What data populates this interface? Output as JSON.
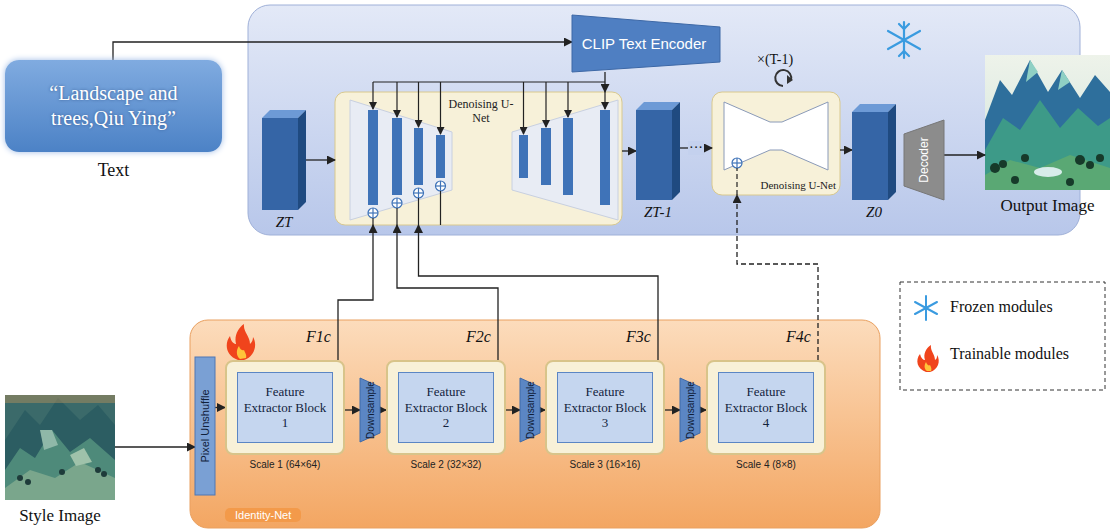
{
  "diagram": {
    "nodes": [
      {
        "text": [
          "“Landscape and trees,Qiu Ying”",
          "Text"
        ]
      },
      {
        "text": [
          "CLIP Text Encoder"
        ]
      },
      {
        "text": [
          "ZT"
        ]
      },
      {
        "text": [
          "Denoising U-Net"
        ]
      },
      {
        "text": [
          "ZT-1"
        ]
      },
      {
        "text": [
          "Denoising U-Net"
        ]
      },
      {
        "text": [
          "Z0"
        ]
      },
      {
        "text": [
          "Decoder"
        ]
      },
      {
        "text": [
          "Output Image"
        ]
      },
      {
        "text": [
          "Style Image"
        ]
      },
      {
        "text": [
          "Identity-Net"
        ]
      },
      {
        "text": [
          "Pixel Unshuffle"
        ],
        "in": 10
      },
      {
        "text": [
          "Feature Extractor Block 1",
          "Scale 1 (64×64)"
        ],
        "in": 10
      },
      {
        "text": [
          "Downsample"
        ],
        "in": 10
      },
      {
        "text": [
          "Feature Extractor Block 2",
          "Scale 2 (32×32)"
        ],
        "in": 10
      },
      {
        "text": [
          "Downsample"
        ],
        "in": 10
      },
      {
        "text": [
          "Feature Extractor Block 3",
          "Scale 3 (16×16)"
        ],
        "in": 10
      },
      {
        "text": [
          "Downsample"
        ],
        "in": 10
      },
      {
        "text": [
          "Feature Extractor Block 4",
          "Scale 4 (8×8)"
        ],
        "in": 10
      }
    ],
    "edges": [
      {
        "from": 0,
        "to": 1,
        "arrow": "to"
      },
      {
        "from": 1,
        "to": 3,
        "arrow": "to"
      },
      {
        "from": 2,
        "to": 3,
        "arrow": "to"
      },
      {
        "from": 3,
        "to": 4,
        "arrow": "to"
      },
      {
        "from": 4,
        "to": 5,
        "label": "···",
        "arrow": "to"
      },
      {
        "from": 5,
        "to": 6,
        "arrow": "to"
      },
      {
        "from": 7,
        "to": 8,
        "arrow": "to"
      },
      {
        "from": 9,
        "to": 11,
        "arrow": "to"
      },
      {
        "from": 11,
        "to": 12,
        "arrow": "to"
      },
      {
        "from": 12,
        "to": 13,
        "arrow": "to"
      },
      {
        "from": 13,
        "to": 14,
        "arrow": "to"
      },
      {
        "from": 14,
        "to": 15,
        "arrow": "to"
      },
      {
        "from": 15,
        "to": 16,
        "arrow": "to"
      },
      {
        "from": 16,
        "to": 17,
        "arrow": "to"
      },
      {
        "from": 17,
        "to": 18,
        "arrow": "to"
      },
      {
        "from": 12,
        "to": 3,
        "arrow": "to"
      },
      {
        "from": 14,
        "to": 3,
        "arrow": "to"
      },
      {
        "from": 16,
        "to": 3,
        "arrow": "to"
      },
      {
        "from": 18,
        "to": 5,
        "arrow": "to"
      }
    ],
    "labels": [
      "F1c",
      "F2c",
      "F3c",
      "F4c",
      "×(T-1)"
    ],
    "legend": [
      {
        "text": "Frozen modules"
      },
      {
        "text": "Trainable modules"
      }
    ]
  }
}
